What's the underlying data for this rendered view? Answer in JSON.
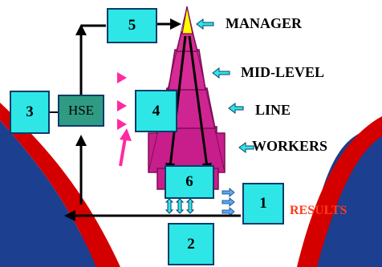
{
  "levels": {
    "manager": "MANAGER",
    "mid_level": "MID-LEVEL",
    "line": "LINE",
    "workers": "WORKERS"
  },
  "boxes": {
    "b1": "1",
    "b2": "2",
    "b3": "3",
    "b4": "4",
    "b5": "5",
    "b6": "6"
  },
  "hse": "HSE",
  "results": "RESULTS",
  "colors": {
    "background_blue": "#1c3f8f",
    "background_white": "#ffffff",
    "red_arc": "#d40000",
    "box_cyan": "#2ee6e6",
    "hse_green": "#2f9b83",
    "pyramid_magenta": "#c81e8c",
    "pyramid_tip": "#ffff00",
    "results_text": "#ff3b1a",
    "pink_arrow": "#ff2aa0"
  }
}
